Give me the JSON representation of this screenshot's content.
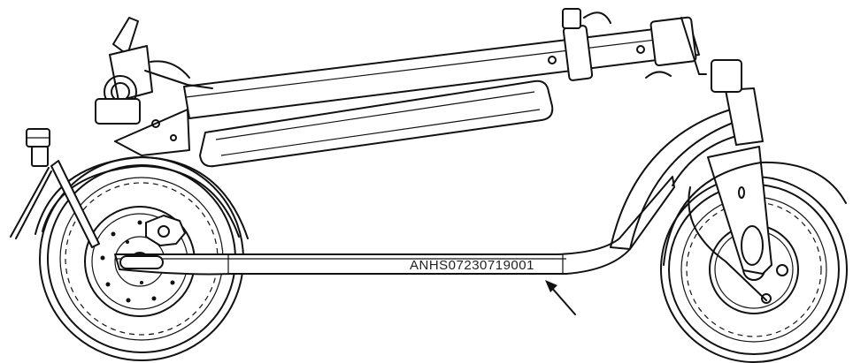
{
  "figure": {
    "serial_number_label": "ANHS07230719001",
    "line_color": "#111111",
    "background_color": "#ffffff",
    "parts": [
      "rear-wheel",
      "front-wheel",
      "deck",
      "folded-stem",
      "battery-pack",
      "disc-brake",
      "kickstand",
      "fender",
      "headlight",
      "brake-lever"
    ]
  }
}
